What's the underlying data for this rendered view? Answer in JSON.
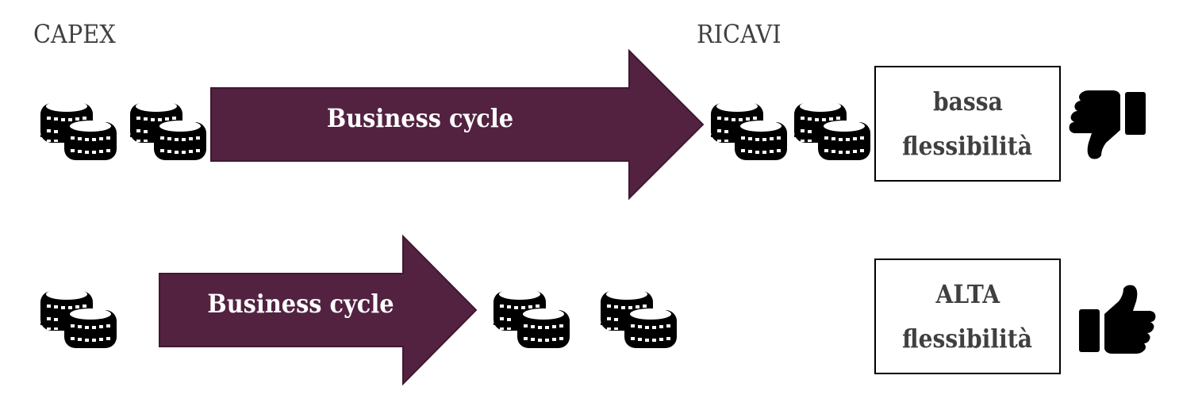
{
  "labels": {
    "capex": "CAPEX",
    "ricavi": "RICAVI"
  },
  "rows": [
    {
      "arrow_label": "Business cycle",
      "capex_coin_stacks": 2,
      "revenue_coin_stacks": 2,
      "flexibility_lines": [
        "bassa",
        "flessibilità"
      ],
      "verdict_icon": "thumbs-down-icon"
    },
    {
      "arrow_label": "Business cycle",
      "capex_coin_stacks": 1,
      "revenue_coin_stacks": 2,
      "flexibility_lines": [
        "ALTA",
        "flessibilità"
      ],
      "verdict_icon": "thumbs-up-icon"
    }
  ],
  "colors": {
    "arrow_fill": "#532241",
    "arrow_stroke": "#3f1832",
    "label_text": "#404040",
    "icon": "#000000"
  }
}
